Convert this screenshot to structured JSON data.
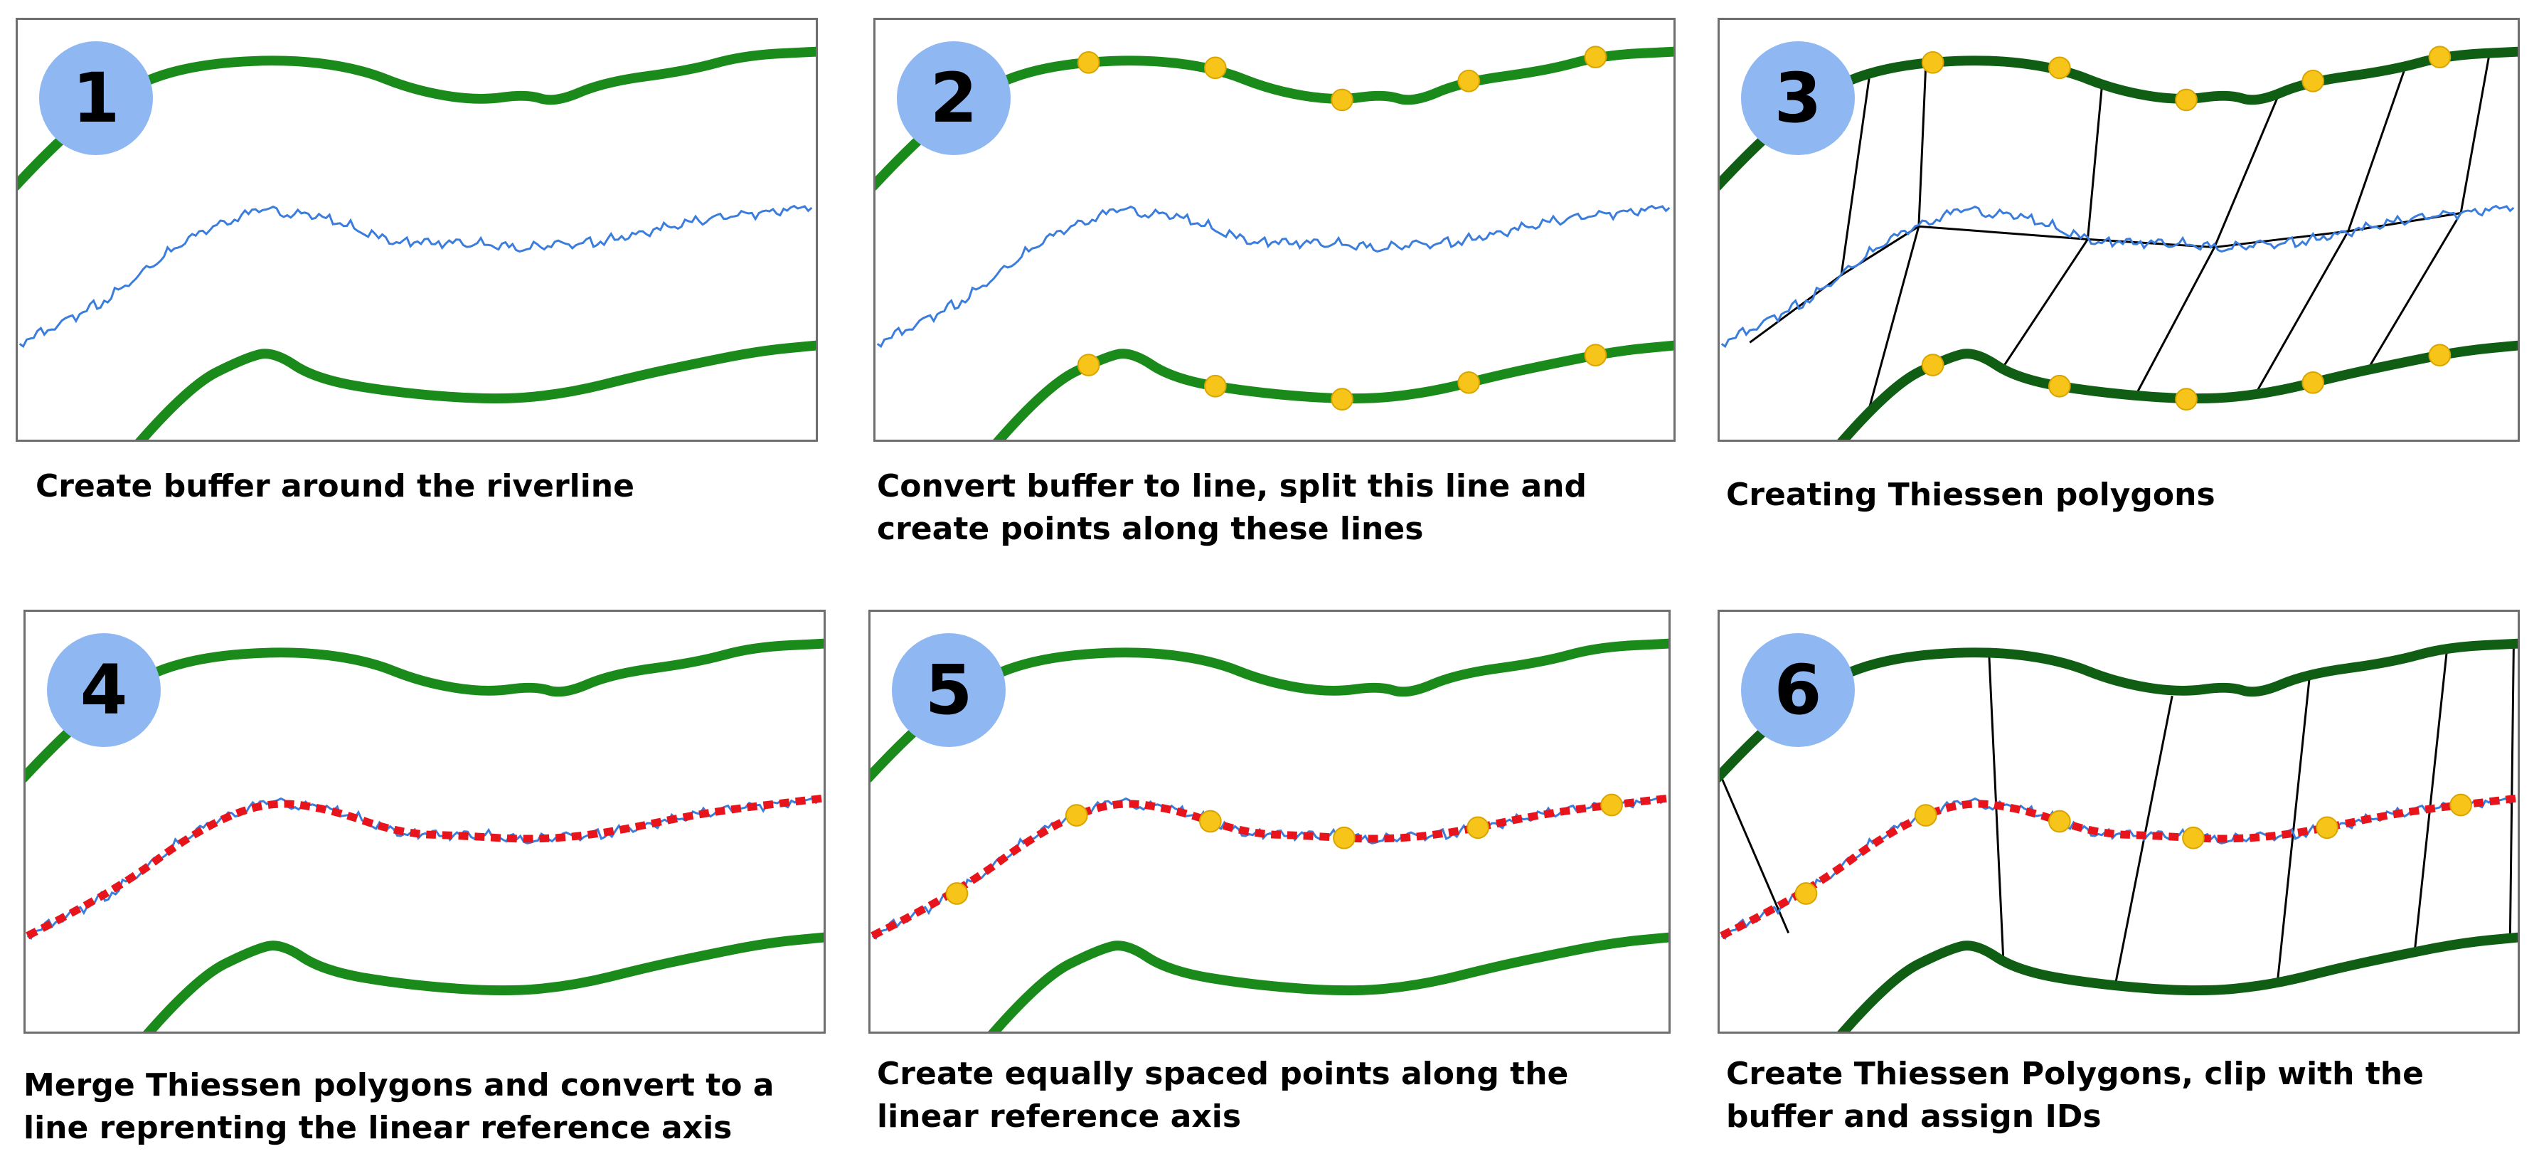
{
  "colors": {
    "buffer": "#1a8a1a",
    "buffer_dark": "#0f5e14",
    "river": "#3b7ddd",
    "axis": "#e8141c",
    "point": "#f7c51a",
    "point_edge": "#d9a400",
    "divider": "#000000",
    "badge": "#8fb8f2"
  },
  "steps": [
    {
      "number": "1",
      "caption": "Create buffer around the riverline",
      "icons": [
        "buffer-lines",
        "riverline"
      ]
    },
    {
      "number": "2",
      "caption": "Convert buffer to line, split this line and\ncreate points along these lines",
      "icons": [
        "buffer-lines",
        "riverline",
        "buffer-points"
      ]
    },
    {
      "number": "3",
      "caption": "Creating Thiessen polygons",
      "icons": [
        "buffer-lines",
        "riverline",
        "buffer-points",
        "thiessen-polygons"
      ]
    },
    {
      "number": "4",
      "caption": "Merge Thiessen polygons and convert to a\nline reprenting the linear reference axis",
      "icons": [
        "buffer-lines",
        "riverline",
        "reference-axis"
      ]
    },
    {
      "number": "5",
      "caption": "Create equally spaced points along the\nlinear reference axis",
      "icons": [
        "buffer-lines",
        "riverline",
        "reference-axis",
        "axis-points"
      ]
    },
    {
      "number": "6",
      "caption": "Create Thiessen Polygons, clip with the\nbuffer and assign IDs",
      "icons": [
        "buffer-lines",
        "riverline",
        "reference-axis",
        "axis-points",
        "clipped-polygons"
      ]
    }
  ]
}
